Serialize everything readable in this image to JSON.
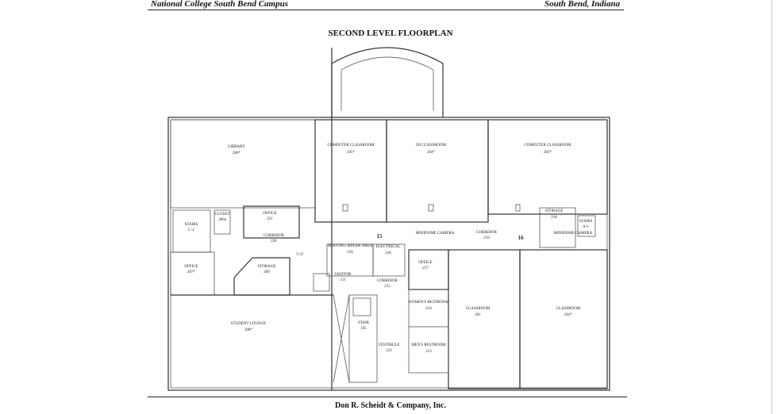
{
  "header": {
    "left": "National College South Bend Campus",
    "right": "South Bend, Indiana"
  },
  "title": "SECOND LEVEL FLOORPLAN",
  "footer": "Don R. Scheidt & Company, Inc.",
  "rooms": {
    "library": {
      "name": "LIBRARY",
      "num": "206*"
    },
    "comp205": {
      "name": "COMPUTER CLASSROOM",
      "num": "205*"
    },
    "isi204": {
      "name": "ISI CLASSROOM",
      "num": "204*"
    },
    "comp203": {
      "name": "COMPUTER CLASSROOM",
      "num": "203*"
    },
    "office221": {
      "name": "OFFICE",
      "num": "221"
    },
    "closet": {
      "name": "CLOSET",
      "num": "206a"
    },
    "stairsC2": {
      "name": "STAIRS",
      "num": "C-2"
    },
    "corridor220": {
      "name": "CORRIDOR",
      "num": "220"
    },
    "minidome1": {
      "name": "MINIDOME CAMERA"
    },
    "corridor219": {
      "name": "CORRIDOR",
      "num": "219"
    },
    "storage218": {
      "name": "STORAGE",
      "num": "218"
    },
    "stairsA1": {
      "name": "STAIRS",
      "num": "A-1"
    },
    "minidome2": {
      "name": "MINIDOME CAMERA"
    },
    "meeting": {
      "name": "MEETING/ BREAK AREA",
      "num": "216"
    },
    "electrical": {
      "name": "ELECTRICAL",
      "num": "218"
    },
    "office217": {
      "name": "OFFICE",
      "num": "217"
    },
    "office207": {
      "name": "OFFICE",
      "num": "207*"
    },
    "storage209": {
      "name": "STORAGE",
      "num": "209"
    },
    "janitor": {
      "name": "JANITOR",
      "num": "211"
    },
    "corridor215": {
      "name": "CORRIDOR",
      "num": "215"
    },
    "womens": {
      "name": "WOMEN'S RESTROOM",
      "num": "214"
    },
    "mens": {
      "name": "MEN'S RESTROOM",
      "num": "213"
    },
    "stair": {
      "name": "STAIR",
      "num": "165"
    },
    "vestibule": {
      "name": "VESTIBULE",
      "num": "212"
    },
    "lounge": {
      "name": "STUDENT LOUNGE",
      "num": "208*"
    },
    "class201": {
      "name": "CLASSROOM",
      "num": "201"
    },
    "class202": {
      "name": "CLASSROOM",
      "num": "202*"
    }
  },
  "markers": {
    "m15": "15",
    "m16": "16",
    "dim": "5'-4\""
  }
}
